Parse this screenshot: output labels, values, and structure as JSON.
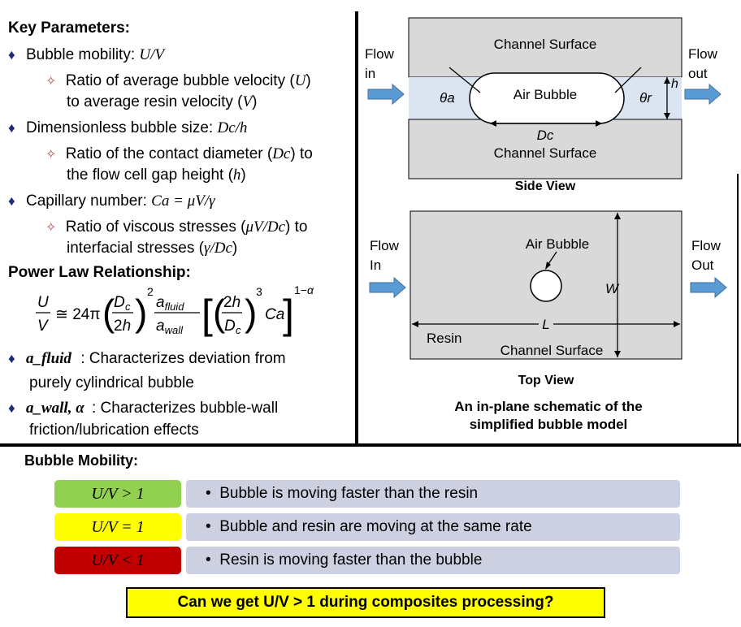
{
  "key_parameters": {
    "title": "Key Parameters:",
    "mobility_label": "Bubble mobility:",
    "mobility_expr": "U/V",
    "mobility_desc_line1_a": "Ratio of average bubble velocity (",
    "mobility_desc_line1_var": "U",
    "mobility_desc_line1_b": ")",
    "mobility_desc_line2_a": "to average resin velocity (",
    "mobility_desc_line2_var": "V",
    "mobility_desc_line2_b": ")",
    "size_label": "Dimensionless bubble size:",
    "size_expr": "Dc/h",
    "size_desc_line1_a": "Ratio of the contact diameter (",
    "size_desc_line1_var": "Dc",
    "size_desc_line1_b": ") to",
    "size_desc_line2_a": "the flow cell gap height (",
    "size_desc_line2_var": "h",
    "size_desc_line2_b": ")",
    "capillary_label": "Capillary number:",
    "capillary_expr": "Ca = μV/γ",
    "capillary_desc_line1_a": "Ratio of viscous stresses (",
    "capillary_desc_line1_var": "μV/Dc",
    "capillary_desc_line1_b": ") to",
    "capillary_desc_line2_a": "interfacial stresses (",
    "capillary_desc_line2_var": "γ/Dc",
    "capillary_desc_line2_b": ")"
  },
  "power_law": {
    "title": "Power Law Relationship:",
    "fluid_term": "a_fluid",
    "fluid_desc_line1": ": Characterizes deviation from",
    "fluid_desc_line2": "purely cylindrical bubble",
    "wall_term": "a_wall, α",
    "wall_desc_line1": ": Characterizes bubble-wall",
    "wall_desc_line2": "friction/lubrication effects"
  },
  "side_view": {
    "top_surface": "Channel Surface",
    "bottom_surface": "Channel Surface",
    "bubble": "Air Bubble",
    "flow_in_1": "Flow",
    "flow_in_2": "in",
    "flow_out_1": "Flow",
    "flow_out_2": "out",
    "theta_a": "θa",
    "theta_r": "θr",
    "h": "h",
    "dc": "Dc",
    "caption": "Side View"
  },
  "top_view": {
    "bubble": "Air Bubble",
    "flow_in_1": "Flow",
    "flow_in_2": "In",
    "flow_out_1": "Flow",
    "flow_out_2": "Out",
    "w": "W",
    "l": "L",
    "resin": "Resin",
    "surface": "Channel Surface",
    "caption": "Top View"
  },
  "schematic_caption_line1": "An in-plane schematic of the",
  "schematic_caption_line2": "simplified bubble model",
  "mobility": {
    "title": "Bubble Mobility:",
    "rows": [
      {
        "condition": "U/V > 1",
        "desc": "Bubble is moving faster than the resin",
        "color": "#92d050"
      },
      {
        "condition": "U/V = 1",
        "desc": "Bubble and resin are moving at the same rate",
        "color": "#ffff00"
      },
      {
        "condition": "U/V < 1",
        "desc": "Resin is moving faster than the bubble",
        "color": "#c00000"
      }
    ]
  },
  "question": "Can we get U/V > 1 during composites processing?",
  "colors": {
    "arrow_fill": "#5b9bd5",
    "channel_gray": "#d9d9d9",
    "resin_blue": "#dbe5f1",
    "bullet": "#1f2e7a"
  }
}
